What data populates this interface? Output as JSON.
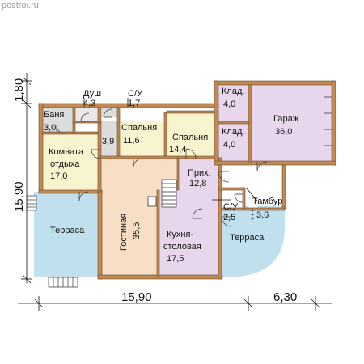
{
  "watermark": "postroi.ru",
  "dimensions": {
    "bottom_main": "15,90",
    "bottom_extra": "6,30",
    "left_top": "1,80",
    "left_main": "15,90"
  },
  "rooms": {
    "dush": {
      "name": "Душ",
      "area": "4,3"
    },
    "su_top": {
      "name": "С/У",
      "area": "1,7"
    },
    "banya": {
      "name": "Баня",
      "area": "3,0"
    },
    "bath_small": {
      "area": "3,9"
    },
    "spalnya1": {
      "name": "Спальня",
      "area": "11,6"
    },
    "spalnya2": {
      "name": "Спальня",
      "area": "14,4"
    },
    "komnata": {
      "name1": "Комната",
      "name2": "отдыха",
      "area": "17,0"
    },
    "klad1": {
      "name": "Клад.",
      "area": "4,0"
    },
    "klad2": {
      "name": "Клад.",
      "area": "4,0"
    },
    "garazh": {
      "name": "Гараж",
      "area": "36,0"
    },
    "prih": {
      "name": "Прих.",
      "area": "12,8"
    },
    "su_bottom": {
      "name": "С/У",
      "area": "2,5"
    },
    "tambur": {
      "name": "Тамбур",
      "area": "3,6"
    },
    "terrasa_left": {
      "name": "Терраса"
    },
    "gostinaya": {
      "name": "Гостиная",
      "area": "35,5"
    },
    "kuhnya": {
      "name1": "Кухня-",
      "name2": "столовая",
      "area": "17,5"
    },
    "terrasa_right": {
      "name": "Терраса"
    }
  },
  "colors": {
    "wall": "#c08a55",
    "wall_dark": "#6b4a2a",
    "living_floor": "#f6dfc4",
    "bedroom_floor": "#f7f4cf",
    "hall_floor": "#e7d6ec",
    "terrace_floor": "#bfe0ec",
    "bath_floor": "#dcdcdc",
    "rest_floor": "#f7f4cf"
  }
}
